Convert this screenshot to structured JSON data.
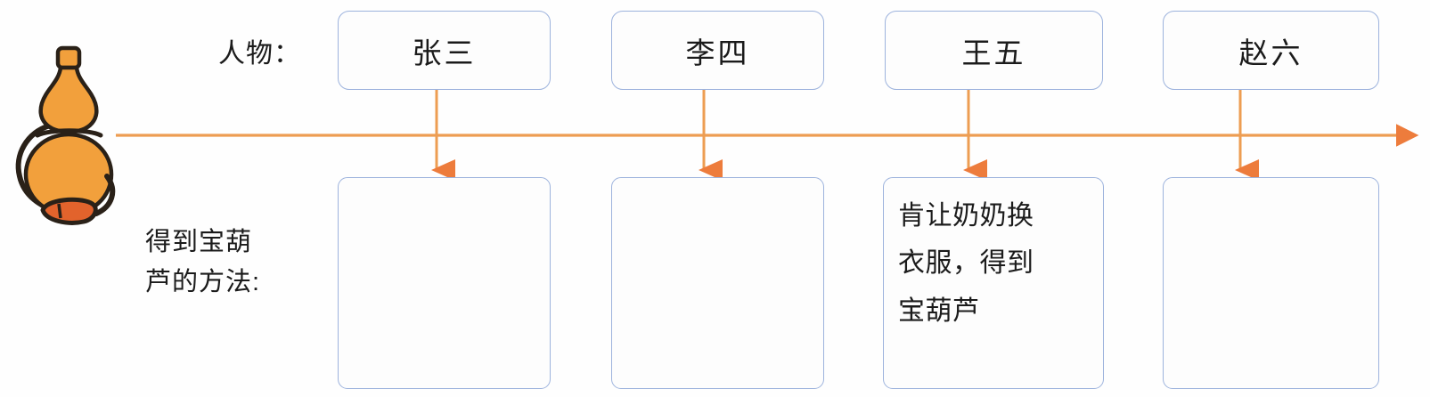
{
  "diagram": {
    "title_row_label": "人物：",
    "method_row_label": "得到宝葫\n芦的方法:",
    "illustration_name": "gourd-illustration",
    "colors": {
      "timeline": "#ed9d52",
      "box_border": "#9db3dd",
      "text": "#1b1b1b",
      "gourd_body": "#f2a03c",
      "gourd_outline": "#2a2118",
      "gourd_tassel": "#e2632c"
    },
    "timeline": {
      "direction": "left-to-right",
      "has_end_arrow": true,
      "connector_count": 4
    },
    "columns": [
      {
        "person": "张三",
        "method": ""
      },
      {
        "person": "李四",
        "method": ""
      },
      {
        "person": "王五",
        "method": "肯让奶奶换\n衣服，得到\n宝葫芦"
      },
      {
        "person": "赵六",
        "method": ""
      }
    ]
  }
}
